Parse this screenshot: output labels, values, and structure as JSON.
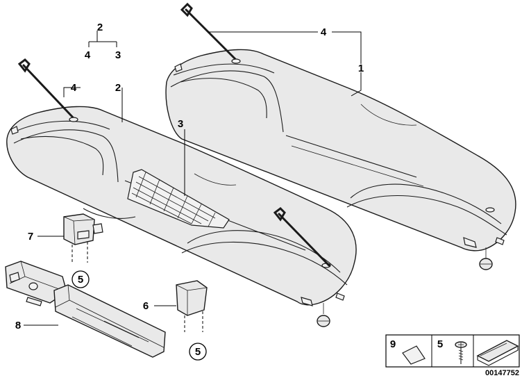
{
  "diagram": {
    "callouts": {
      "c1": "1",
      "c2_upper": "2",
      "c2_main": "2",
      "c3_tree": "3",
      "c3_main": "3",
      "c4_tree": "4",
      "c4_left": "4",
      "c4_top": "4",
      "c5_left": "5",
      "c5_right": "5",
      "c6": "6",
      "c7": "7",
      "c8": "8"
    },
    "legend": {
      "item9": "9",
      "item5": "5"
    },
    "diagram_id": "00147752"
  }
}
